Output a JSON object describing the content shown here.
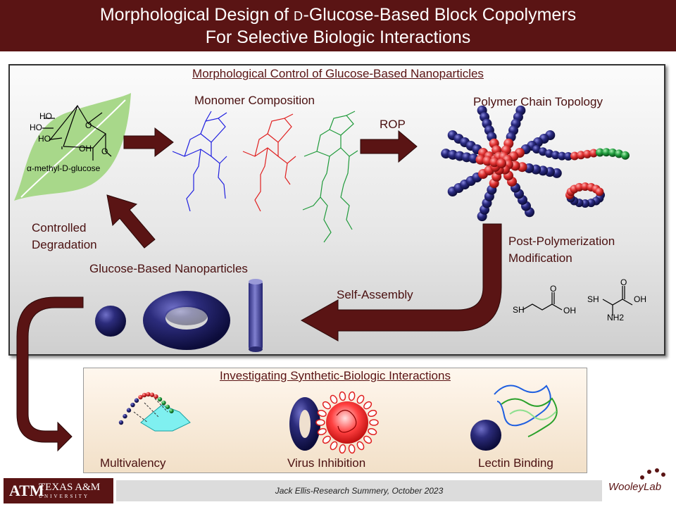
{
  "header": {
    "title_pre": "Morphological Design of ",
    "title_sc": "D",
    "title_post": "-Glucose-Based Block Copolymers",
    "title_line2": "For Selective Biologic Interactions"
  },
  "main_panel": {
    "title": "Morphological Control of Glucose-Based Nanoparticles",
    "monomer_label": "Monomer Composition",
    "rop_label": "ROP",
    "topology_label": "Polymer Chain Topology",
    "post_mod_line1": "Post-Polymerization",
    "post_mod_line2": "Modification",
    "self_assembly_label": "Self-Assembly",
    "nanoparticles_label": "Glucose-Based Nanoparticles",
    "degradation_line1": "Controlled",
    "degradation_line2": "Degradation",
    "glucose_caption": "α-methyl-D-glucose",
    "glucose_atoms": [
      "HO",
      "HO",
      "HO",
      "OH",
      "O",
      "O"
    ],
    "thiol_1": {
      "sh": "SH",
      "o": "O",
      "oh": "OH"
    },
    "thiol_2": {
      "sh": "SH",
      "o": "O",
      "oh": "OH",
      "nh2": "NH2"
    }
  },
  "bottom_panel": {
    "title": "Investigating Synthetic-Biologic Interactions",
    "items": [
      "Multivalency",
      "Virus Inhibition",
      "Lectin Binding"
    ]
  },
  "footer": {
    "university_mark": "ATM",
    "university_name": "TEXAS A&M",
    "university_sub": "UNIVERSITY",
    "credit": "Jack Ellis-Research Summery, October 2023",
    "lab": "WooleyLab"
  },
  "colors": {
    "maroon": "#5a1414",
    "navy": "#26266e",
    "red": "#e03030",
    "green": "#1f9a3a",
    "blue": "#2020e0"
  }
}
